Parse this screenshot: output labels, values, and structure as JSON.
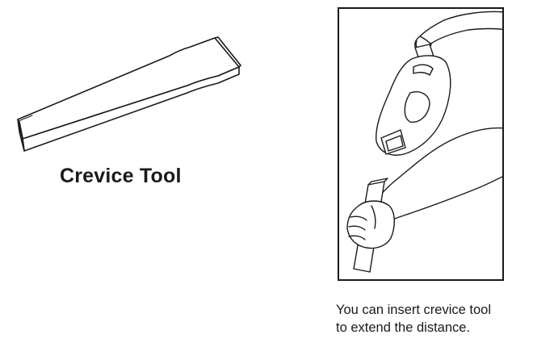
{
  "tool": {
    "caption": "Crevice Tool",
    "icon": "crevice-tool-drawing"
  },
  "usage": {
    "icon": "handheld-vacuum-with-crevice-tool-drawing",
    "caption_line1": "You can insert crevice tool",
    "caption_line2": "to extend the distance."
  },
  "colors": {
    "line": "#1a1a1a",
    "background": "#ffffff"
  }
}
